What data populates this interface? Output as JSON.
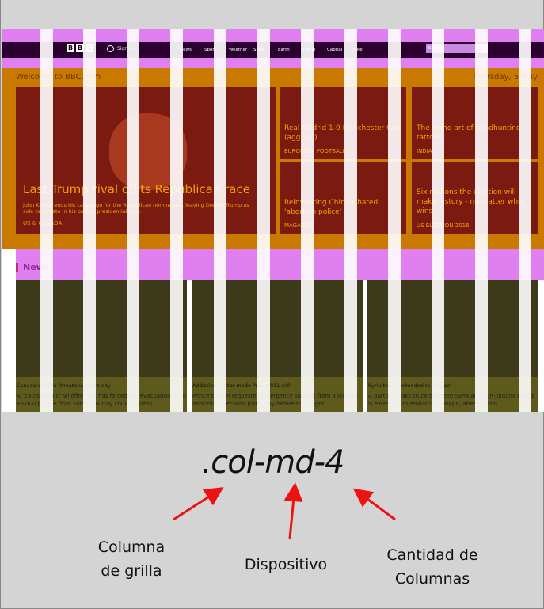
{
  "screenshot": {
    "bbc_logo": [
      "B",
      "B",
      "C"
    ],
    "sign_in": "Sign in",
    "nav": [
      "News",
      "Sport",
      "Weather",
      "Shop",
      "Earth",
      "Travel",
      "Capital",
      "More"
    ],
    "search_placeholder": "Search",
    "welcome": "Welcome to BBC.com",
    "date": "Thursday, 5 May",
    "main_story": {
      "title": "Last Trump rival quits Republican race",
      "desc": "John Kasich ends his campaign for the Republican nomination, leaving Donald Trump as sole candidate in his party's presidential race.",
      "tag": "US & CANADA"
    },
    "stories": [
      {
        "title": "Real Madrid 1-0 Manchester City (agg 1-0)",
        "tag": "EUROPEAN FOOTBALL"
      },
      {
        "title": "The dying art of headhunting tattoos",
        "tag": "INDIA"
      },
      {
        "title": "Reinventing China's hated 'abortion police'",
        "tag": "MAGAZINE"
      },
      {
        "title": "Six reasons the election will make history - no matter who wins",
        "tag": "US ELECTION 2016"
      }
    ],
    "news_heading": "News",
    "news_cards": [
      {
        "title": "Canada wildfire threatens entire city",
        "desc": "A \"catastrophic\" wildfire that has forced the evacuation of all 88,000 people from Fort McMurray could destroy"
      },
      {
        "title": "Addiction doctor made Prince 911 call",
        "desc": "Prince's team requested emergency support from a leading addiction specialist just a day before the singer"
      },
      {
        "title": "Syria truce 'extended to Aleppo'",
        "desc": "A partial, shaky truce between Syria and non-jihadist rebels is extended to embattled Aleppo, after US and"
      }
    ]
  },
  "annotation": {
    "code": ".col-md-4",
    "label_grid_column": [
      "Columna",
      "de grilla"
    ],
    "label_device": "Dispositivo",
    "label_column_count": [
      "Cantidad de",
      "Columnas"
    ]
  },
  "colors": {
    "grid_purple": "#e07ff0",
    "grid_orange": "#c97800",
    "grid_green": "#78dc14",
    "arrow_red": "#ee1111"
  }
}
